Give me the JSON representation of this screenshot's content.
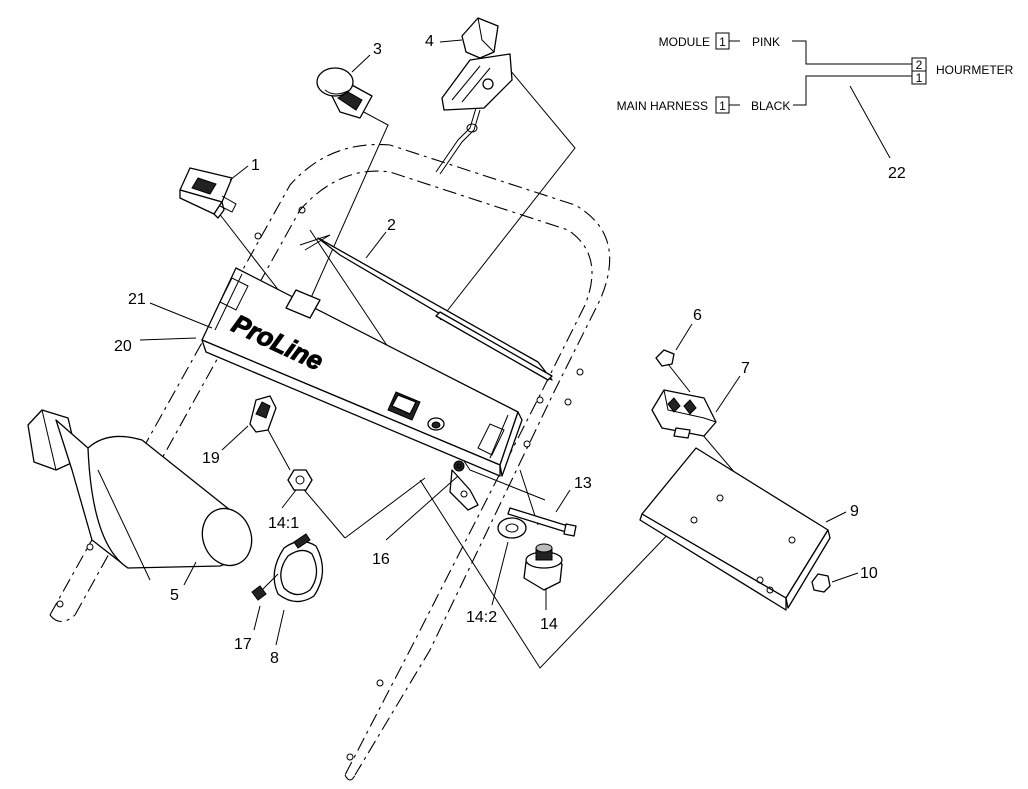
{
  "callouts": {
    "c1": "1",
    "c2": "2",
    "c3": "3",
    "c4": "4",
    "c5": "5",
    "c6": "6",
    "c7": "7",
    "c8": "8",
    "c9": "9",
    "c10": "10",
    "c13": "13",
    "c14": "14",
    "c14_1": "14:1",
    "c14_2": "14:2",
    "c16": "16",
    "c17": "17",
    "c19": "19",
    "c20": "20",
    "c21": "21",
    "c22": "22"
  },
  "panel_logo": "ProLine",
  "wiring": {
    "module_label": "MODULE",
    "module_pin": "1",
    "module_color": "PINK",
    "harness_label": "MAIN HARNESS",
    "harness_pin": "1",
    "harness_color": "BLACK",
    "hourmeter_pin_top": "2",
    "hourmeter_pin_bottom": "1",
    "hourmeter_label": "HOURMETER"
  }
}
